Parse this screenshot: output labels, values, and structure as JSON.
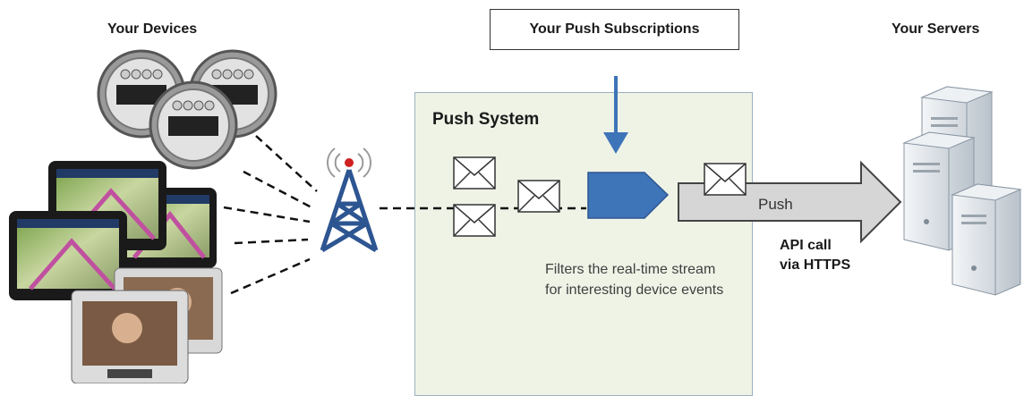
{
  "headings": {
    "devices": "Your Devices",
    "servers": "Your Servers",
    "subscriptions": "Your  Push Subscriptions"
  },
  "push_system": {
    "title": "Push System",
    "description": "Filters the real-time stream for interesting device events"
  },
  "arrow": {
    "label": "Push",
    "api_line1": "API call",
    "api_line2": "via HTTPS"
  },
  "colors": {
    "push_system_fill": "#eef3e6",
    "filter_shape": "#3e74b8",
    "tower": "#2d5591",
    "arrow_fill": "#d6d6d6",
    "down_arrow": "#3e74b8"
  },
  "icons": {
    "meters": "electric-meter-icon",
    "gps": "gps-navigator-icon",
    "tablet": "video-tablet-icon",
    "tower": "cell-tower-icon",
    "envelope": "envelope-icon",
    "server": "server-icon"
  }
}
